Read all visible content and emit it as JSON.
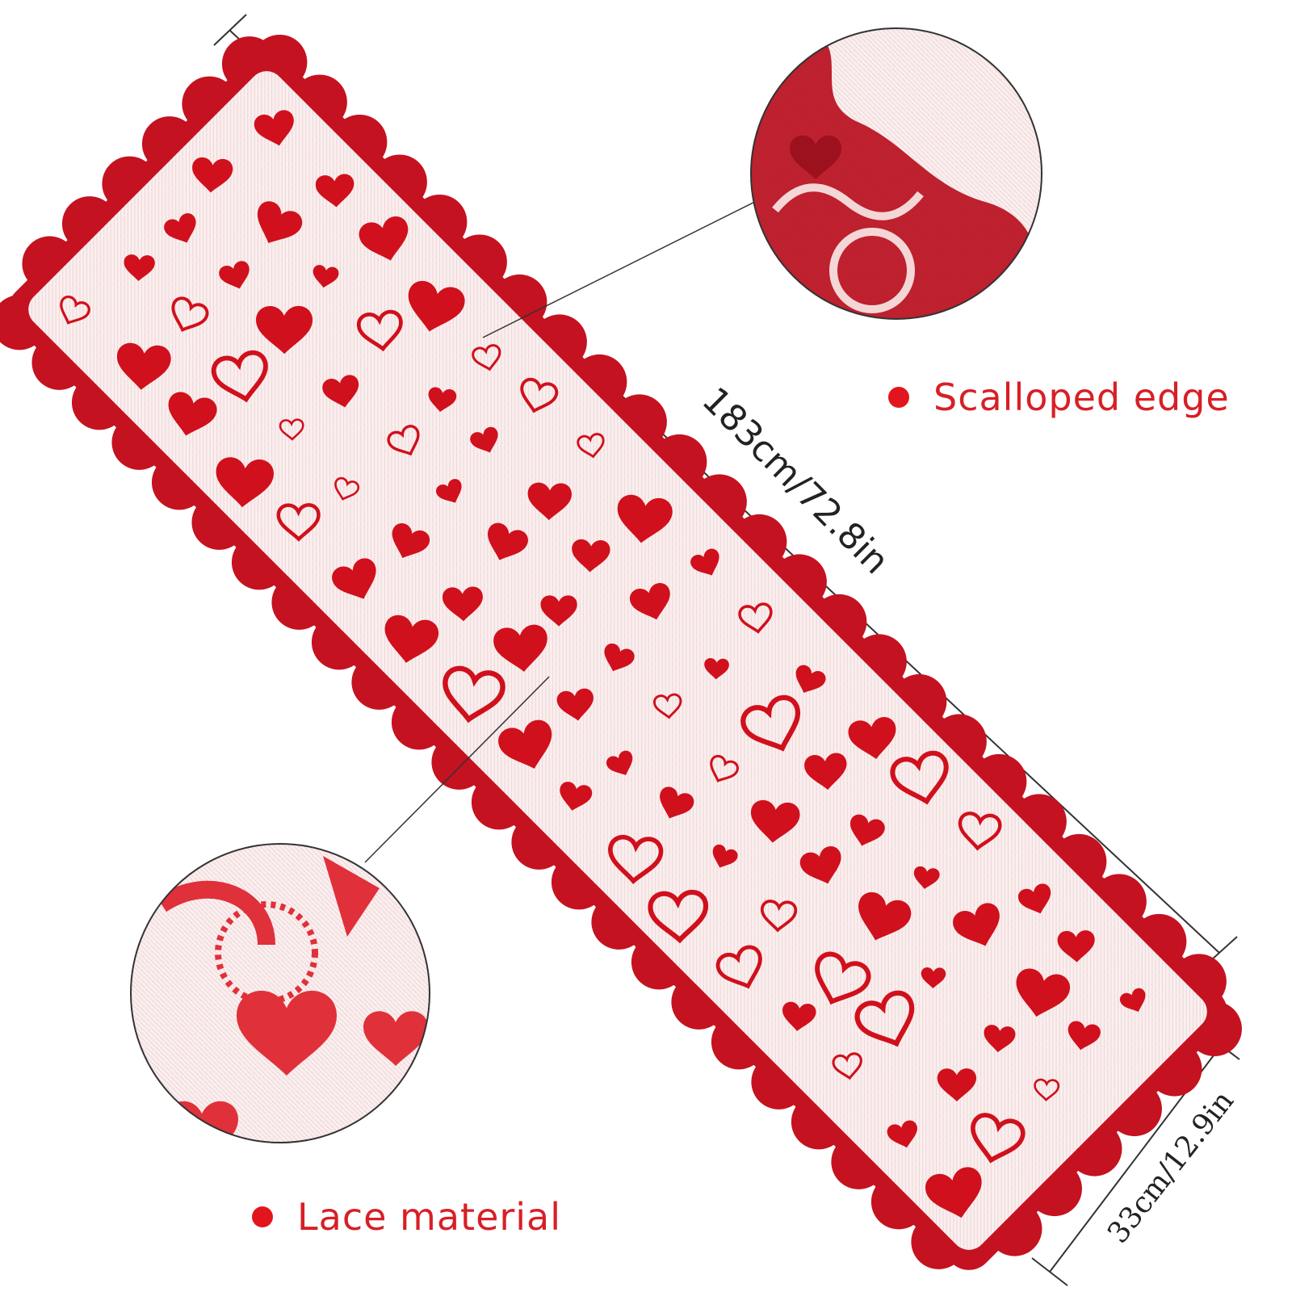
{
  "callouts": {
    "scalloped_edge": "Scalloped edge",
    "lace_material": "Lace material"
  },
  "dimensions": {
    "length": "183cm/72.8in",
    "width": "33cm/12.9in"
  },
  "colors": {
    "heart_red": "#d0101c",
    "label_red": "#d81f26",
    "fabric": "#fbeeee",
    "line": "#333333"
  },
  "icons": [
    "heart-icon",
    "bullet-dot-icon"
  ]
}
